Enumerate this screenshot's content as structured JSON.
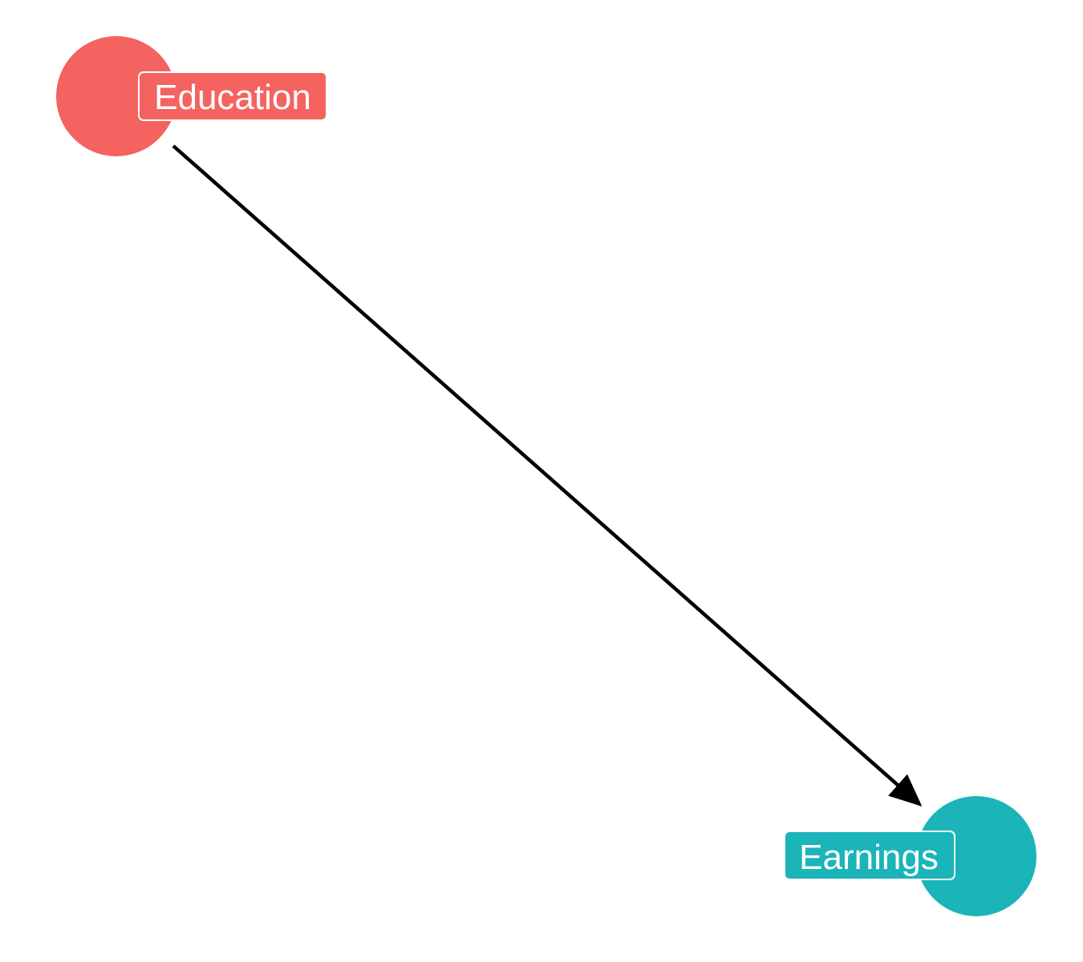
{
  "diagram": {
    "nodes": [
      {
        "id": "education",
        "label": "Education",
        "color": "#F4635F"
      },
      {
        "id": "earnings",
        "label": "Earnings",
        "color": "#1BB4B9"
      }
    ],
    "edges": [
      {
        "from": "education",
        "to": "earnings",
        "color": "#000000"
      }
    ]
  }
}
